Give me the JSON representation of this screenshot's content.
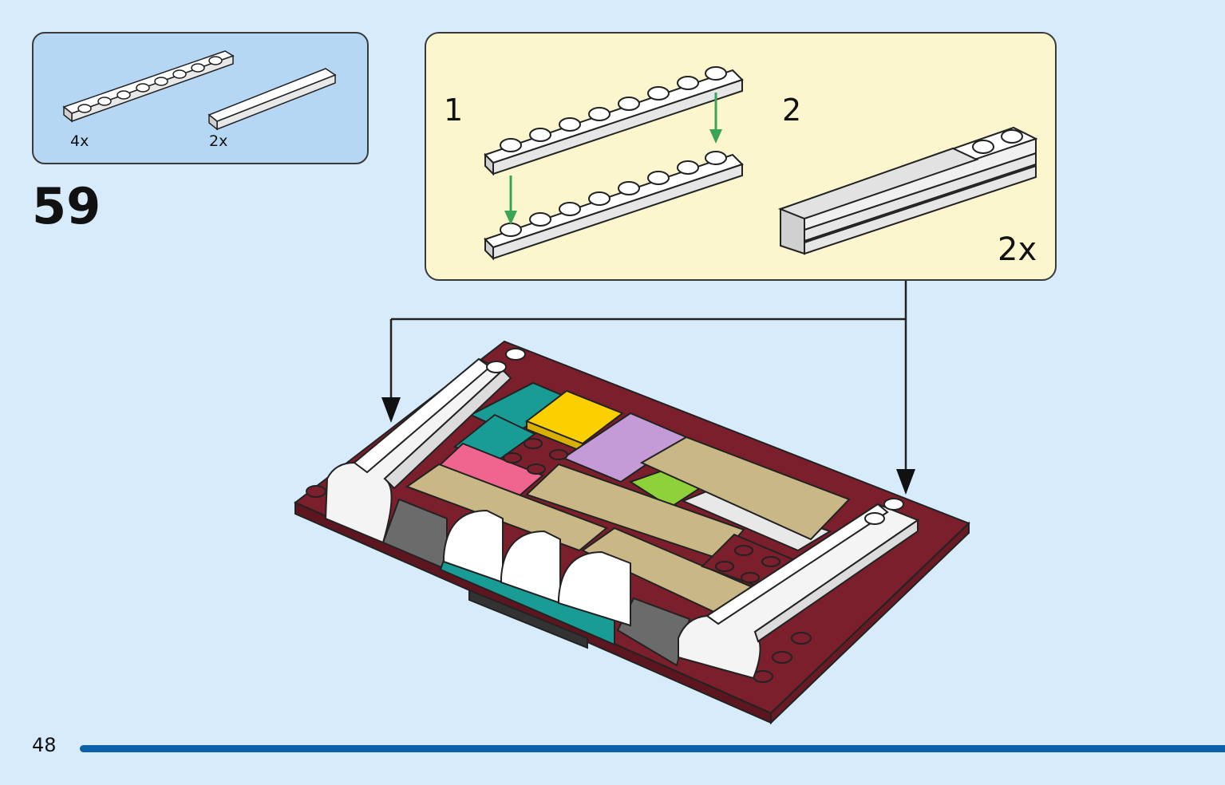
{
  "parts": {
    "items": [
      {
        "name": "white-plate-1x8",
        "count": "4x"
      },
      {
        "name": "white-tile-1x6",
        "count": "2x"
      }
    ]
  },
  "step": {
    "number": "59"
  },
  "subassembly": {
    "steps": [
      {
        "label": "1"
      },
      {
        "label": "2",
        "multiplier": "2x"
      }
    ]
  },
  "page": {
    "number": "48"
  },
  "colors": {
    "background": "#d7ebfb",
    "parts_box": "#b5d7f3",
    "sub_box": "#fcf6cf",
    "page_bar": "#0a5fa8",
    "arrow_green": "#3aa655",
    "dark_red": "#7a1f2b",
    "tan": "#c9b785",
    "teal": "#1a9c96",
    "yellow": "#fcd000",
    "lavender": "#c49bd6",
    "pink": "#f0658f",
    "lime": "#8fd13a",
    "grey": "#6b6b6b"
  }
}
